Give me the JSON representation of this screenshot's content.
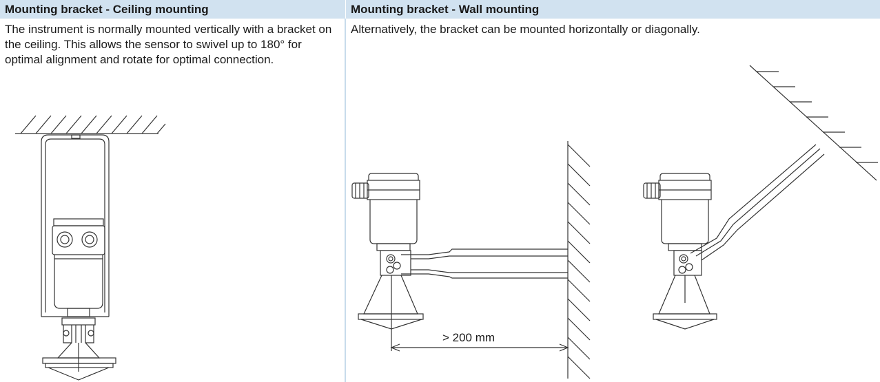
{
  "left_column": {
    "heading": "Mounting bracket - Ceiling mounting",
    "description": "The instrument is normally mounted vertically with a bracket on the ceiling. This allows the sensor to swivel up to 180° for optimal alignment and rotate for optimal connection."
  },
  "right_column": {
    "heading": "Mounting bracket - Wall mounting",
    "description": "Alternatively, the bracket can be mounted horizontally or diagonally.",
    "dimension_label": "> 200 mm"
  },
  "colors": {
    "header_background": "#d1e2f0",
    "divider": "#c7dbeb",
    "line_art": "#333333"
  }
}
